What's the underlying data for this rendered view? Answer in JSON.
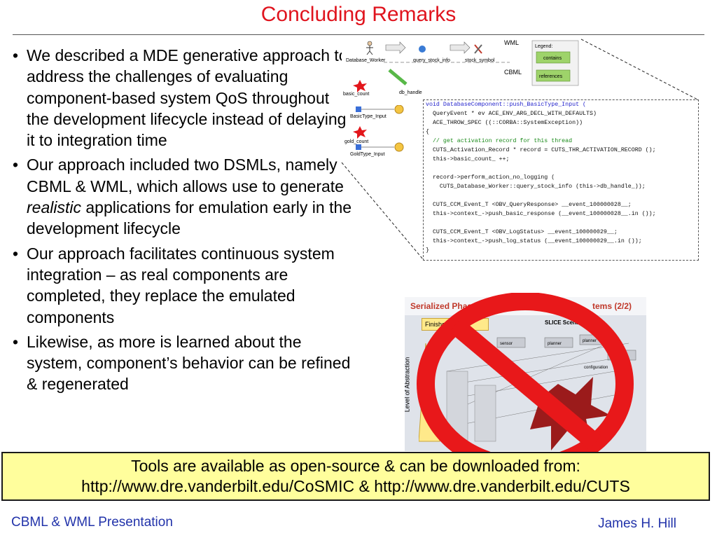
{
  "slide": {
    "title": "Concluding Remarks",
    "bullets": [
      {
        "parts": [
          "We described a MDE generative approach to address the challenges of evaluating component-based system QoS throughout the development lifecycle instead of delaying it to integration time"
        ]
      },
      {
        "before": "Our approach included two DSMLs, namely CBML & WML, which allows use to generate ",
        "em": "realistic",
        "after": " applications for emulation early in the development lifecycle"
      },
      {
        "parts": [
          "Our approach facilitates continuous system integration – as real components are completed, they replace the emulated components"
        ]
      },
      {
        "parts": [
          "Likewise, as more is learned about the system, component’s behavior can be refined & regenerated"
        ]
      }
    ],
    "banner": {
      "line1": "Tools are available as open-source & can be downloaded from:",
      "line2": "http://www.dre.vanderbilt.edu/CoSMIC & http://www.dre.vanderbilt.edu/CUTS"
    },
    "footer": {
      "left": "CBML & WML Presentation",
      "right": "James H. Hill"
    }
  },
  "model_panel": {
    "wml_label": "WML",
    "cbml_label": "CBML",
    "legend_title": "Legend:",
    "legend_contains": "contains",
    "legend_references": "references",
    "nodes": {
      "database_worker": "Database_Worker",
      "query_stock_info": "query_stock_info",
      "stock_symbol": "stock_symbol",
      "basic_count": "basic_count",
      "db_handle": "db_handle",
      "basictype_input": "BasicType_Input",
      "gold_count": "gold_count",
      "goldtype_input": "GoldType_Input"
    }
  },
  "code_listing": [
    "void DatabaseComponent::push_BasicType_Input (",
    "  QueryEvent * ev ACE_ENV_ARG_DECL_WITH_DEFAULTS)",
    "  ACE_THROW_SPEC ((::CORBA::SystemException))",
    "{",
    "  // get activation record for this thread",
    "  CUTS_Activation_Record * record = CUTS_THR_ACTIVATION_RECORD ();",
    "  this->basic_count_ ++;",
    "",
    "  record->perform_action_no_logging (",
    "    CUTS_Database_Worker::query_stock_info (this->db_handle_));",
    "",
    "  CUTS_CCM_Event_T <OBV_QueryResponse> __event_100000028__;",
    "  this->context_->push_basic_response (__event_100000028__.in ());",
    "",
    "  CUTS_CCM_Event_T <OBV_LogStatus> __event_100000029__;",
    "  this->context_->push_log_status (__event_100000029__.in ());",
    "}"
  ],
  "background_diagram": {
    "title_left": "Serialized Phas",
    "title_right": "tems (2/2)",
    "finished": "Finished",
    "scenario": "SLICE Scenario",
    "axis": "Level of Abstraction",
    "nodes": [
      "sensor",
      "planner",
      "planner",
      "error re",
      "configuration"
    ]
  },
  "colors": {
    "title": "#e0141e",
    "footer": "#2233aa",
    "banner_bg": "#fffe9c",
    "prohibit_red": "#e8181a"
  },
  "icons": [
    "actor-icon",
    "arrow-icon",
    "cog-icon",
    "tools-icon",
    "star-burst-icon",
    "port-icon",
    "prohibition-sign-icon"
  ]
}
